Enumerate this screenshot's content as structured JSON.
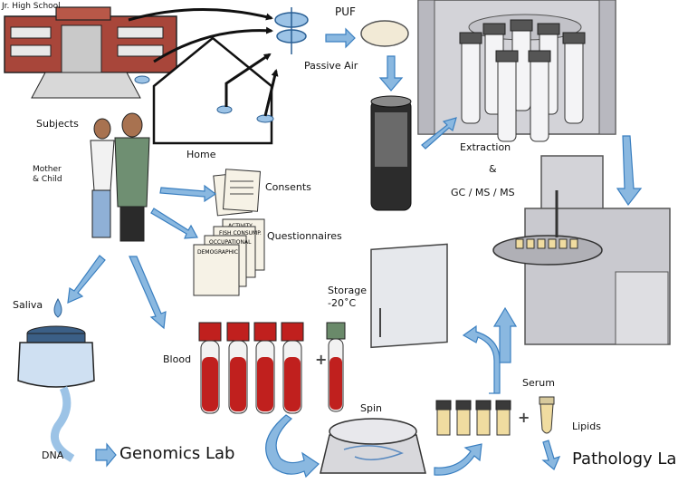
{
  "labels": {
    "school": "Jr. High School",
    "puf": "PUF",
    "passive_air": "Passive Air",
    "home": "Home",
    "subjects": "Subjects",
    "mother_child": "Mother\n& Child",
    "consents": "Consents",
    "questionnaires": "Questionnaires",
    "extraction": "Extraction",
    "and": "&",
    "gc_ms_ms": "GC / MS / MS",
    "storage": "Storage\n-20˚C",
    "saliva": "Saliva",
    "blood": "Blood",
    "dna": "DNA",
    "genomics_lab": "Genomics Lab",
    "spin": "Spin",
    "serum": "Serum",
    "lipids": "Lipids",
    "pathology_lab": "Pathology Lab"
  },
  "questionnaire_sheets": [
    "ACTIVITY",
    "FISH CONSUMP.",
    "OCCUPATIONAL",
    "DEMOGRAPHIC"
  ],
  "colors": {
    "arrow": "#8ab8e0",
    "arrow_stroke": "#3a7fc0",
    "brick": "#a8463a",
    "blood": "#c0201e",
    "vial_cap": "#3a3a3a",
    "serum": "#e8cf8a",
    "instrument": "#c9c9cf"
  }
}
